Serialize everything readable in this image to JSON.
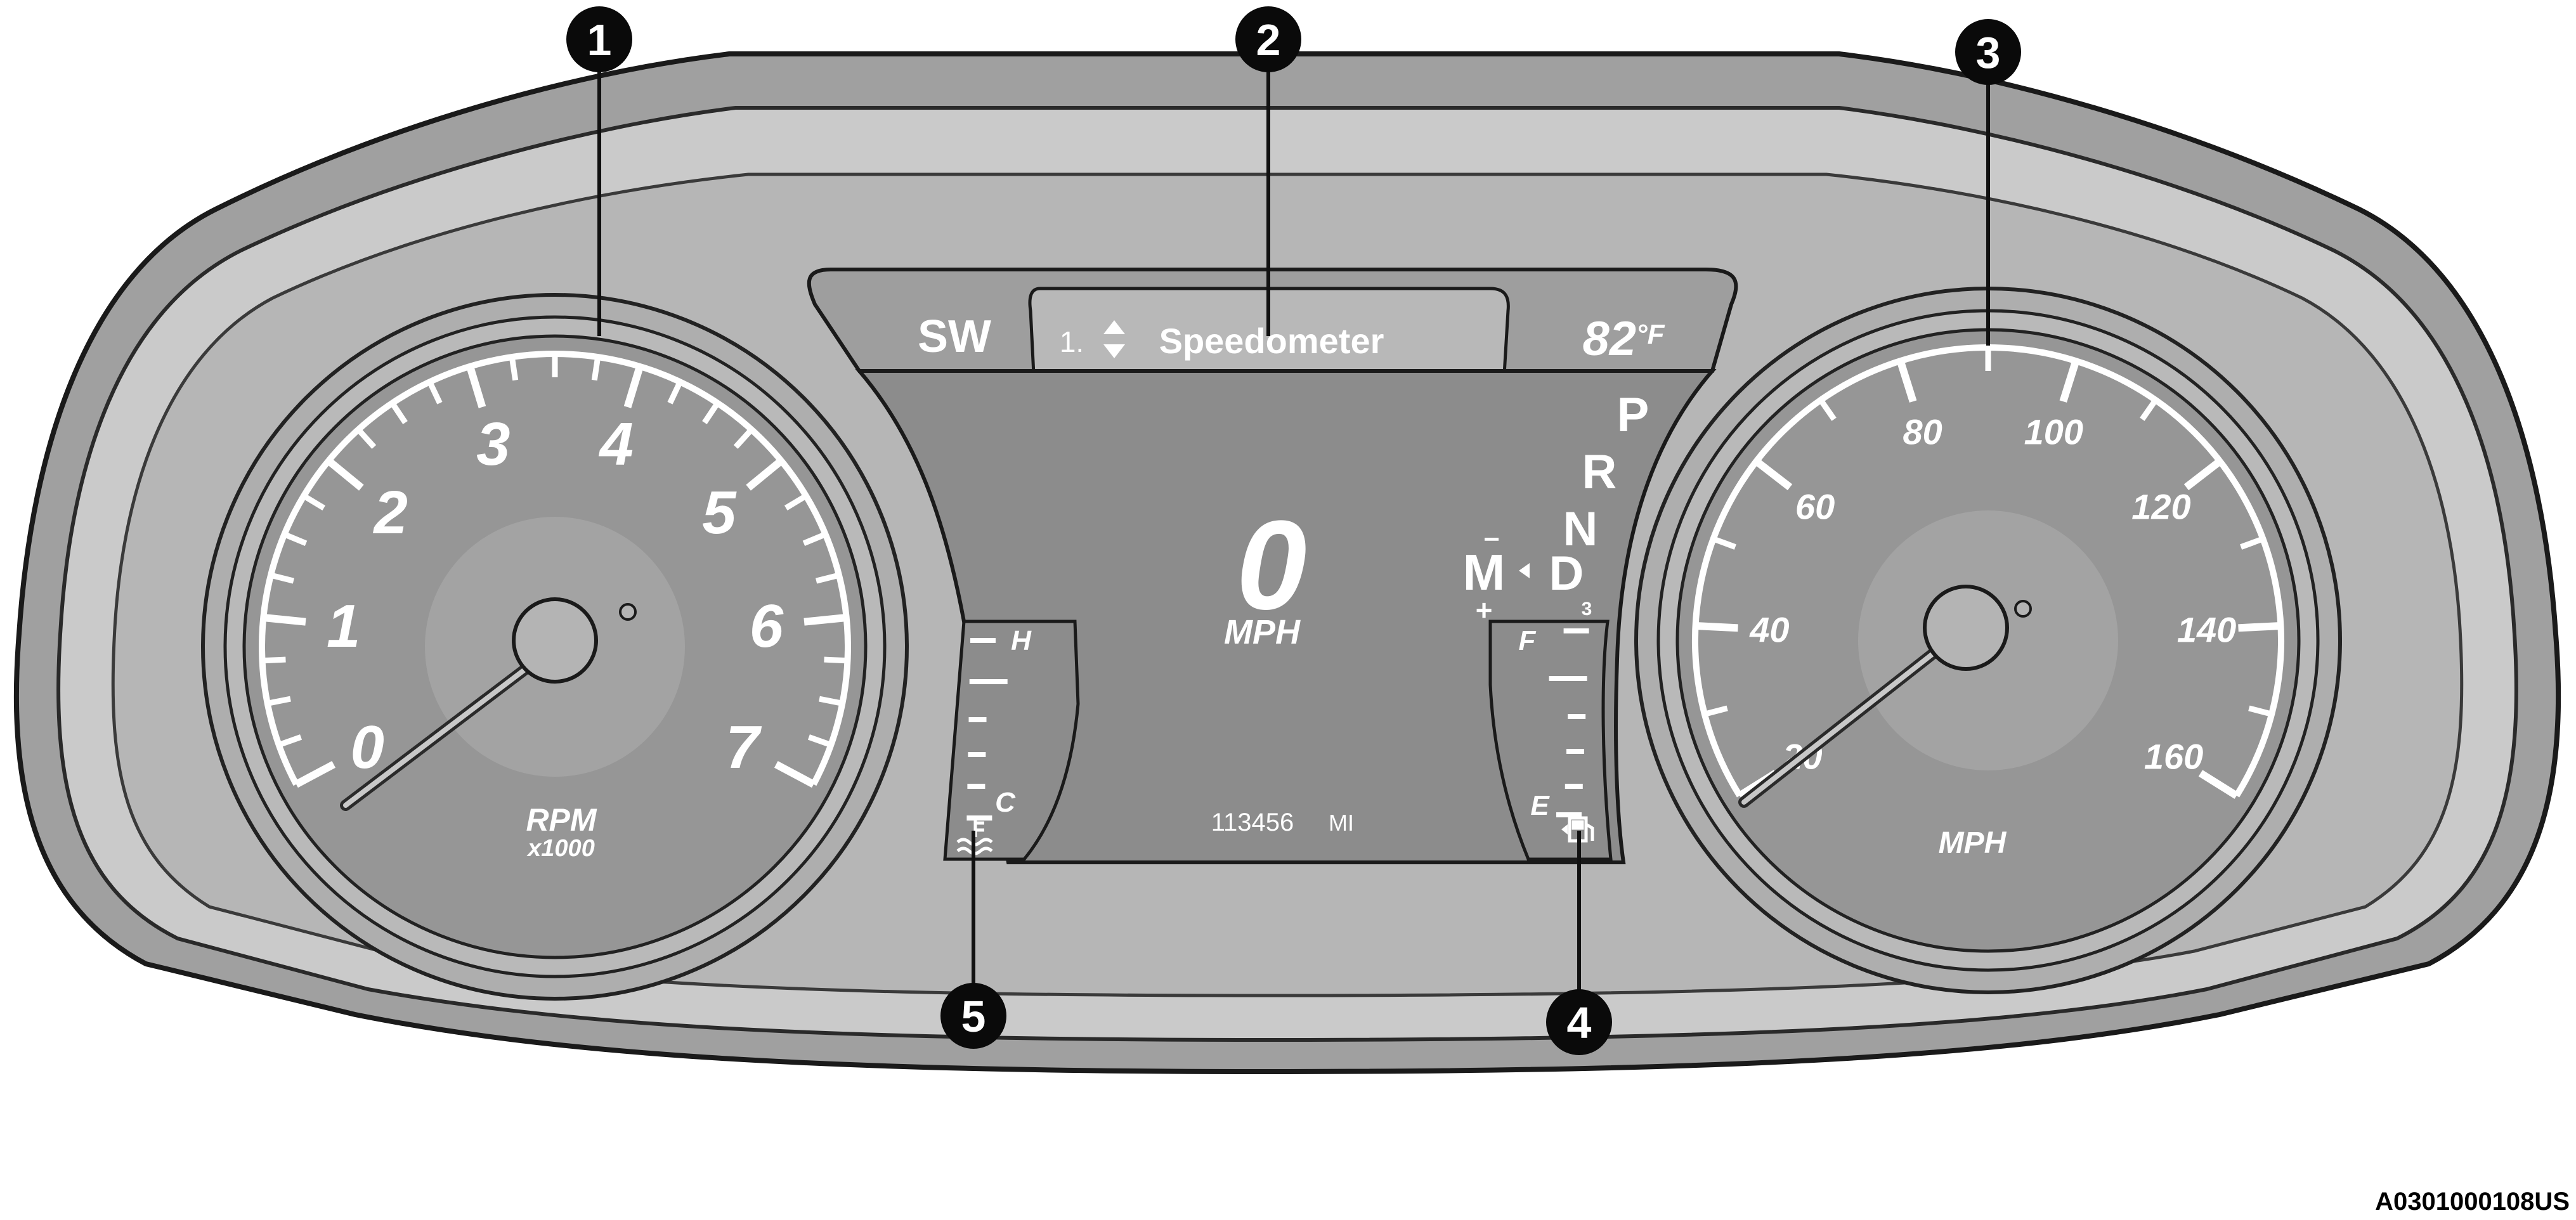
{
  "callouts": [
    "1",
    "2",
    "3",
    "4",
    "5"
  ],
  "tachometer": {
    "numerals": [
      "0",
      "1",
      "2",
      "3",
      "4",
      "5",
      "6",
      "7"
    ],
    "label": "RPM",
    "sublabel": "x1000"
  },
  "speedometer": {
    "numerals": [
      "20",
      "40",
      "60",
      "80",
      "100",
      "120",
      "140",
      "160"
    ],
    "label": "MPH"
  },
  "display": {
    "top_left": "SW",
    "menu_index": "1.",
    "menu_title": "Speedometer",
    "temperature": "82",
    "temperature_unit": "°F",
    "speed_value": "0",
    "speed_unit": "MPH",
    "odometer_value": "113456",
    "odometer_unit": "MI",
    "gears": [
      "P",
      "R",
      "N",
      "D"
    ],
    "manual_mode": "M",
    "manual_minus": "−",
    "manual_plus": "+",
    "gear_number": "3",
    "temp_gauge": {
      "high": "H",
      "low": "C"
    },
    "fuel_gauge": {
      "full": "F",
      "empty": "E"
    }
  },
  "figure_code": "A0301000108US",
  "colors": {
    "bezel_outer": "#9a9a9a",
    "bezel_light": "#c8c8c8",
    "panel": "#b4b4b4",
    "screen": "#8c8c8c",
    "dial_face": "#979797",
    "dial_center": "#a4a4a4",
    "marking": "#ffffff",
    "callout": "#0a0a0a"
  },
  "icons": {
    "tach_needle": "tachometer-needle",
    "speed_needle": "speedometer-needle",
    "menu_arrows": "up-down-arrows-icon",
    "coolant": "coolant-temperature-icon",
    "fuel": "fuel-pump-icon"
  }
}
